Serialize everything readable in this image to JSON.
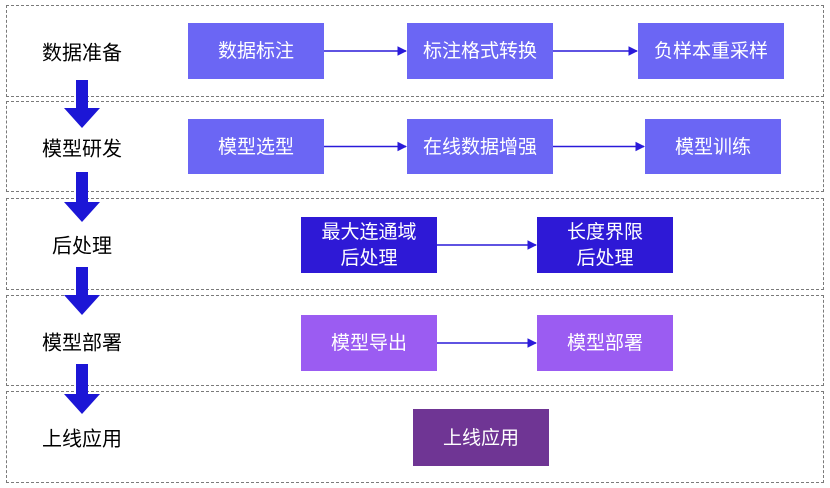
{
  "colors": {
    "blue_box": "#6b66f4",
    "dark_blue_box": "#2e19d6",
    "violet_box": "#9b5cf2",
    "purple_box": "#6f3594",
    "arrow_line": "#2a1ad9",
    "down_arrow": "#1c16d6",
    "stage_border": "#7a7a7a"
  },
  "stages": [
    {
      "label": "数据准备",
      "boxes": [
        {
          "lines": [
            "数据标注"
          ],
          "color": "blue_box"
        },
        {
          "lines": [
            "标注格式转换"
          ],
          "color": "blue_box"
        },
        {
          "lines": [
            "负样本重采样"
          ],
          "color": "blue_box"
        }
      ]
    },
    {
      "label": "模型研发",
      "boxes": [
        {
          "lines": [
            "模型选型"
          ],
          "color": "blue_box"
        },
        {
          "lines": [
            "在线数据增强"
          ],
          "color": "blue_box"
        },
        {
          "lines": [
            "模型训练"
          ],
          "color": "blue_box"
        }
      ]
    },
    {
      "label": "后处理",
      "boxes": [
        {
          "lines": [
            "最大连通域",
            "后处理"
          ],
          "color": "dark_blue_box"
        },
        {
          "lines": [
            "长度界限",
            "后处理"
          ],
          "color": "dark_blue_box"
        }
      ]
    },
    {
      "label": "模型部署",
      "boxes": [
        {
          "lines": [
            "模型导出"
          ],
          "color": "violet_box"
        },
        {
          "lines": [
            "模型部署"
          ],
          "color": "violet_box"
        }
      ]
    },
    {
      "label": "上线应用",
      "boxes": [
        {
          "lines": [
            "上线应用"
          ],
          "color": "purple_box"
        }
      ]
    }
  ]
}
